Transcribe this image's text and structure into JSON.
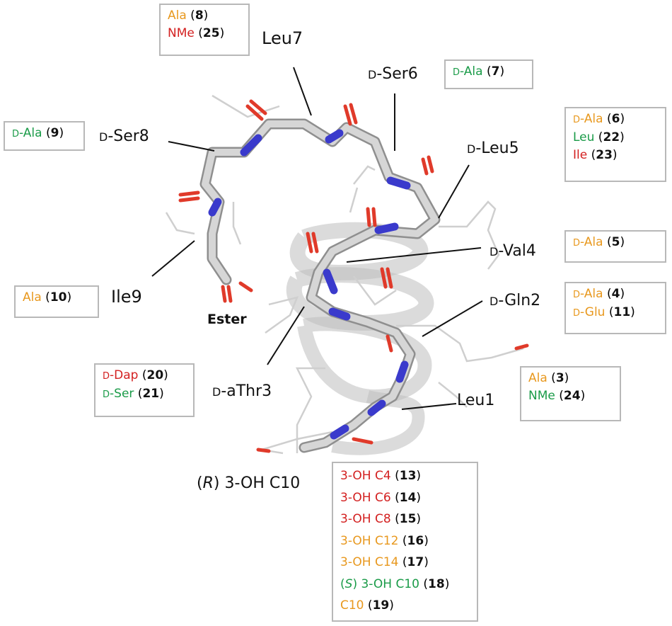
{
  "colors": {
    "orange": "#e8981e",
    "red": "#d32020",
    "green": "#1a9b48",
    "carbon": "#c9c9c9",
    "nitrogen": "#3333cc",
    "oxygen": "#e03a2a"
  },
  "residues": {
    "leu7": "Leu7",
    "dser6": {
      "pre": "D",
      "name": "-Ser6"
    },
    "dser8": {
      "pre": "D",
      "name": "-Ser8"
    },
    "dleu5": {
      "pre": "D",
      "name": "-Leu5"
    },
    "dval4": {
      "pre": "D",
      "name": "-Val4"
    },
    "dgln2": {
      "pre": "D",
      "name": "-Gln2"
    },
    "ile9": "Ile9",
    "dathr3": {
      "pre": "D",
      "name": "-aThr3"
    },
    "leu1": "Leu1",
    "fatty": {
      "open": "(",
      "stereo": "R",
      "close": ")",
      "name": " 3-OH C10"
    }
  },
  "ester_label": "Ester",
  "boxes": {
    "leu7": [
      {
        "name": "Ala",
        "num": "8",
        "color": "orange"
      },
      {
        "name": "NMe",
        "num": "25",
        "color": "red"
      }
    ],
    "dser6": [
      {
        "pre": "D",
        "name": "-Ala",
        "num": "7",
        "color": "green"
      }
    ],
    "dser8": [
      {
        "pre": "D",
        "name": "-Ala",
        "num": "9",
        "color": "green"
      }
    ],
    "dleu5": [
      {
        "pre": "D",
        "name": "-Ala",
        "num": "6",
        "color": "orange"
      },
      {
        "name": "Leu",
        "num": "22",
        "color": "green"
      },
      {
        "name": "Ile",
        "num": "23",
        "color": "red"
      }
    ],
    "dval4": [
      {
        "pre": "D",
        "name": "-Ala",
        "num": "5",
        "color": "orange"
      }
    ],
    "dgln2": [
      {
        "pre": "D",
        "name": "-Ala",
        "num": "4",
        "color": "orange"
      },
      {
        "pre": "D",
        "name": "-Glu",
        "num": "11",
        "color": "orange"
      }
    ],
    "ile9": [
      {
        "name": "Ala",
        "num": "10",
        "color": "orange"
      }
    ],
    "dathr3": [
      {
        "pre": "D",
        "name": "-Dap",
        "num": "20",
        "color": "red"
      },
      {
        "pre": "D",
        "name": "-Ser ",
        "num": "21",
        "color": "green"
      }
    ],
    "leu1": [
      {
        "name": "Ala",
        "num": "3",
        "color": "orange"
      },
      {
        "name": "NMe",
        "num": "24",
        "color": "green"
      }
    ],
    "fatty": [
      {
        "name": "3-OH C4",
        "num": "13",
        "color": "red"
      },
      {
        "name": "3-OH C6",
        "num": "14",
        "color": "red"
      },
      {
        "name": "3-OH C8",
        "num": "15",
        "color": "red"
      },
      {
        "name": "3-OH C12",
        "num": "16",
        "color": "orange"
      },
      {
        "name": "3-OH C14",
        "num": "17",
        "color": "orange"
      },
      {
        "name": "(",
        "stereo": "S",
        "tail": ") 3-OH C10",
        "num": "18",
        "color": "green"
      },
      {
        "name": "C10",
        "num": "19",
        "color": "orange"
      }
    ]
  }
}
